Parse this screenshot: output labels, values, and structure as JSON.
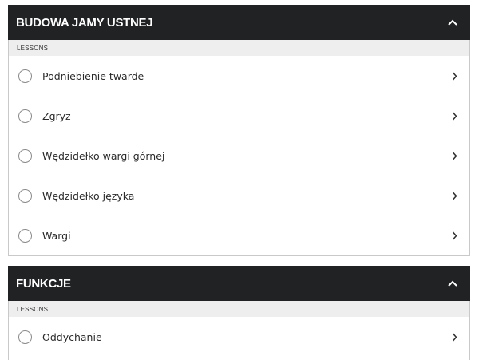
{
  "sections": [
    {
      "title": "BUDOWA JAMY USTNEJ",
      "subheader": "LESSONS",
      "expanded": true,
      "lessons": [
        {
          "label": "Podniebienie twarde"
        },
        {
          "label": "Zgryz"
        },
        {
          "label": "Wędzidełko wargi górnej"
        },
        {
          "label": "Wędzidełko języka"
        },
        {
          "label": "Wargi"
        }
      ]
    },
    {
      "title": "FUNKCJE",
      "subheader": "LESSONS",
      "expanded": true,
      "lessons": [
        {
          "label": "Oddychanie"
        }
      ]
    }
  ],
  "icons": {
    "collapse": "chevron-up-icon",
    "open_lesson": "chevron-right-icon",
    "status": "circle-outline-icon"
  },
  "colors": {
    "header_bg": "#202224",
    "header_text": "#ffffff",
    "subheader_bg": "#eeeeee",
    "border": "#c9c9c9",
    "status_circle": "#8a8a8a"
  }
}
